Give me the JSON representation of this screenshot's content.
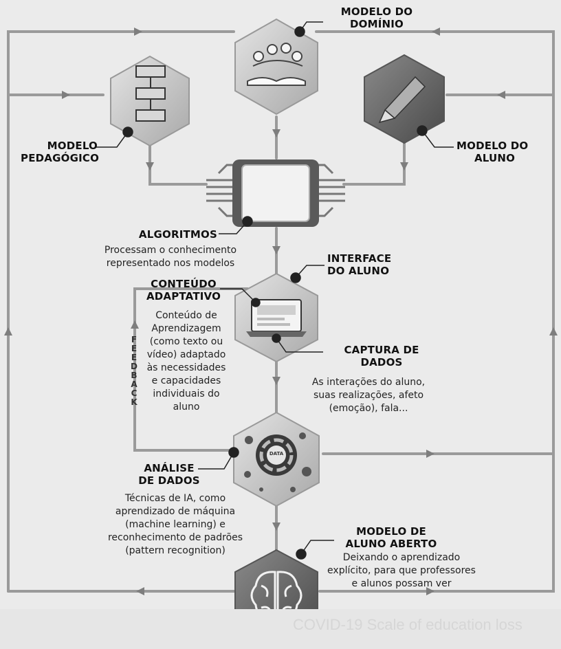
{
  "diagram": {
    "nodes": {
      "dominio": {
        "title_line1": "MODELO DO",
        "title_line2": "DOMÍNIO"
      },
      "pedagogico": {
        "title_line1": "MODELO",
        "title_line2": "PEDAGÓGICO"
      },
      "aluno": {
        "title_line1": "MODELO DO",
        "title_line2": "ALUNO"
      },
      "algoritmos": {
        "title": "ALGORITMOS",
        "desc_line1": "Processam o conhecimento",
        "desc_line2": "representado nos modelos"
      },
      "interface": {
        "title_line1": "INTERFACE",
        "title_line2": "DO ALUNO"
      },
      "conteudo": {
        "title_line1": "CONTEÚDO",
        "title_line2": "ADAPTATIVO",
        "desc_lines": [
          "Conteúdo de",
          "Aprendizagem",
          "(como texto ou",
          "vídeo) adaptado",
          "às necessidades",
          "e capacidades",
          "individuais do",
          "aluno"
        ]
      },
      "captura": {
        "title_line1": "CAPTURA DE",
        "title_line2": "DADOS",
        "desc_lines": [
          "As interações do aluno,",
          "suas realizações, afeto",
          "(emoção), fala..."
        ]
      },
      "analise": {
        "title_line1": "ANÁLISE",
        "title_line2": "DE DADOS",
        "desc_lines": [
          "Técnicas de IA, como",
          "aprendizado de máquina",
          "(machine learning) e",
          "reconhecimento de padrões",
          "(pattern recognition)"
        ],
        "badge": "DATA"
      },
      "aberto": {
        "title_line1": "MODELO DE",
        "title_line2": "ALUNO ABERTO",
        "desc_lines": [
          "Deixando o aprendizado",
          "explícito, para que professores",
          "e alunos possam ver"
        ]
      }
    },
    "feedback_label": "FEEDBACK"
  },
  "overlay": {
    "watermark": "COVID-19 Scale of education loss"
  },
  "colors": {
    "background": "#ebebeb",
    "hex_face": "#c9c9c9",
    "hex_dark": "#6a6a6a",
    "line": "#8a8a8a",
    "dot": "#222222"
  },
  "icons": [
    "book-icon",
    "flowchart-icon",
    "pencil-icon",
    "chip-icon",
    "monitor-icon",
    "data-wheel-icon",
    "brain-icon"
  ]
}
